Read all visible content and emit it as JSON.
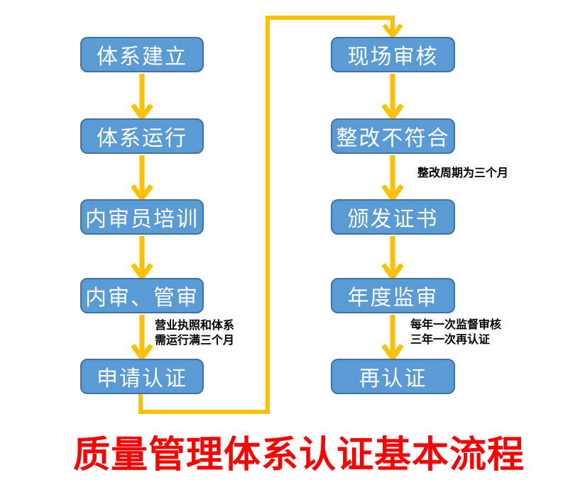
{
  "title": {
    "text": "质量管理体系认证基本流程"
  },
  "colors": {
    "background": "#FFFFFF",
    "box_fill": "#5B9BD5",
    "box_border": "#41719C",
    "node_text": "#FFFFFF",
    "arrow": "#FFC000",
    "note": "#000000",
    "title": "#FF0000"
  },
  "flowchart": {
    "left_column": [
      {
        "label": "体系建立"
      },
      {
        "label": "体系运行"
      },
      {
        "label": "内审员培训"
      },
      {
        "label": "内审、管审"
      },
      {
        "label": "申请认证"
      }
    ],
    "right_column": [
      {
        "label": "现场审核"
      },
      {
        "label": "整改不符合"
      },
      {
        "label": "颁发证书"
      },
      {
        "label": "年度监审"
      },
      {
        "label": "再认证"
      }
    ],
    "annotations": [
      {
        "line1": "营业执照和体系",
        "line2": "需运行满三个月"
      },
      {
        "line1": "整改周期为三个月",
        "line2": ""
      },
      {
        "line1": "每年一次监督审核",
        "line2": "三年一次再认证"
      }
    ]
  }
}
